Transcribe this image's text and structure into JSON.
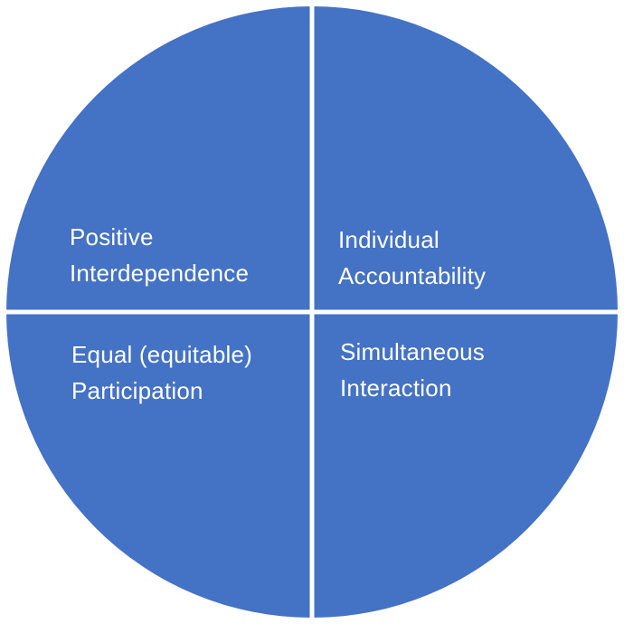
{
  "colors": {
    "fill": "#4472C4",
    "divider": "#ffffff",
    "label": "#ffffff"
  },
  "quadrants": {
    "top_left": {
      "line1": "Positive",
      "line2": "Interdependence"
    },
    "top_right": {
      "line1": "Individual",
      "line2": "Accountability"
    },
    "bottom_left": {
      "line1": "Equal (equitable)",
      "line2": "Participation"
    },
    "bottom_right": {
      "line1": "Simultaneous",
      "line2": "Interaction"
    }
  }
}
